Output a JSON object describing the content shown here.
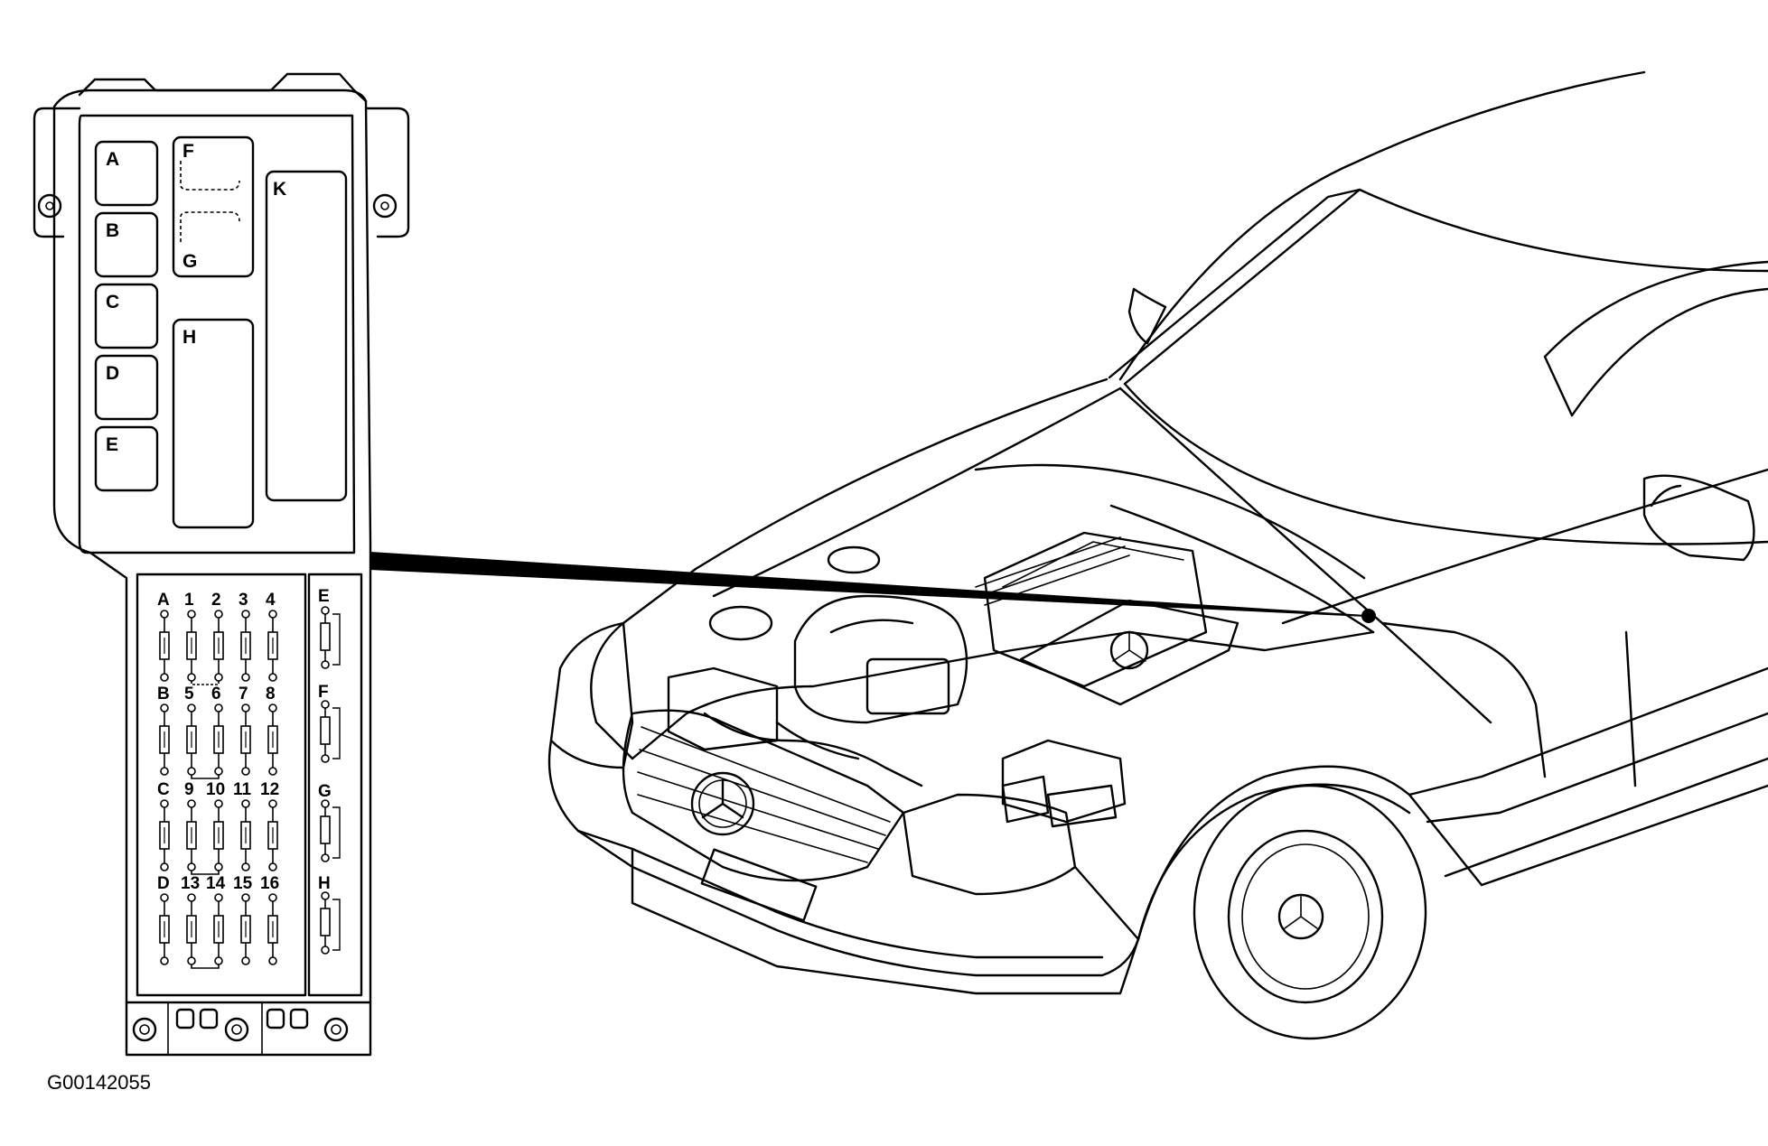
{
  "figure_code": "G00142055",
  "relay_boxes": [
    {
      "id": "A"
    },
    {
      "id": "B"
    },
    {
      "id": "C"
    },
    {
      "id": "D"
    },
    {
      "id": "E"
    },
    {
      "id": "F"
    },
    {
      "id": "G"
    },
    {
      "id": "H"
    },
    {
      "id": "K"
    }
  ],
  "fuse_rows": [
    {
      "labels": [
        "A",
        "1",
        "2",
        "3",
        "4"
      ]
    },
    {
      "labels": [
        "B",
        "5",
        "6",
        "7",
        "8"
      ]
    },
    {
      "labels": [
        "C",
        "9",
        "10",
        "11",
        "12"
      ]
    },
    {
      "labels": [
        "D",
        "13",
        "14",
        "15",
        "16"
      ]
    }
  ],
  "side_fuses": [
    "E",
    "F",
    "G",
    "H"
  ],
  "colors": {
    "line": "#000000",
    "background": "#ffffff"
  }
}
